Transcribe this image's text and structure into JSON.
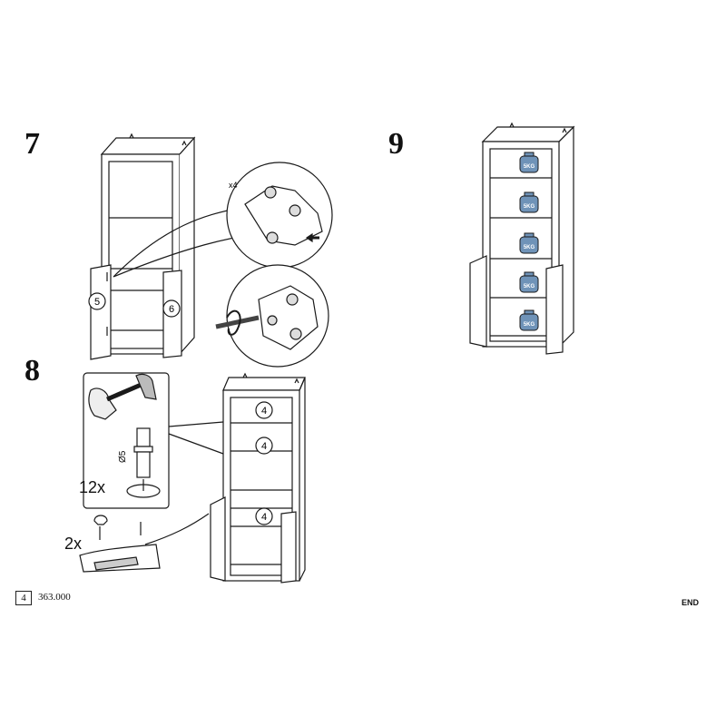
{
  "steps": {
    "step7": {
      "number": "7",
      "hinge_count": "x4",
      "door_left_label": "5",
      "door_right_label": "6"
    },
    "step8": {
      "number": "8",
      "pin_count": "12x",
      "pin_diameter": "Ø5",
      "handle_count": "2x",
      "shelf_labels": [
        "4",
        "4",
        "4"
      ]
    },
    "step9": {
      "number": "9",
      "weight_label": "5KG",
      "weight_count": 5
    }
  },
  "footer": {
    "page_number": "4",
    "doc_code": "363.000",
    "end_label": "END"
  },
  "colors": {
    "line": "#1a1a1a",
    "weight_fill": "#6f93b8",
    "callout_fill": "#ffffff"
  },
  "icons": [
    "hammer-icon",
    "hand-icon",
    "screwdriver-icon",
    "hinge-icon",
    "arrow-icon",
    "weight-icon"
  ]
}
